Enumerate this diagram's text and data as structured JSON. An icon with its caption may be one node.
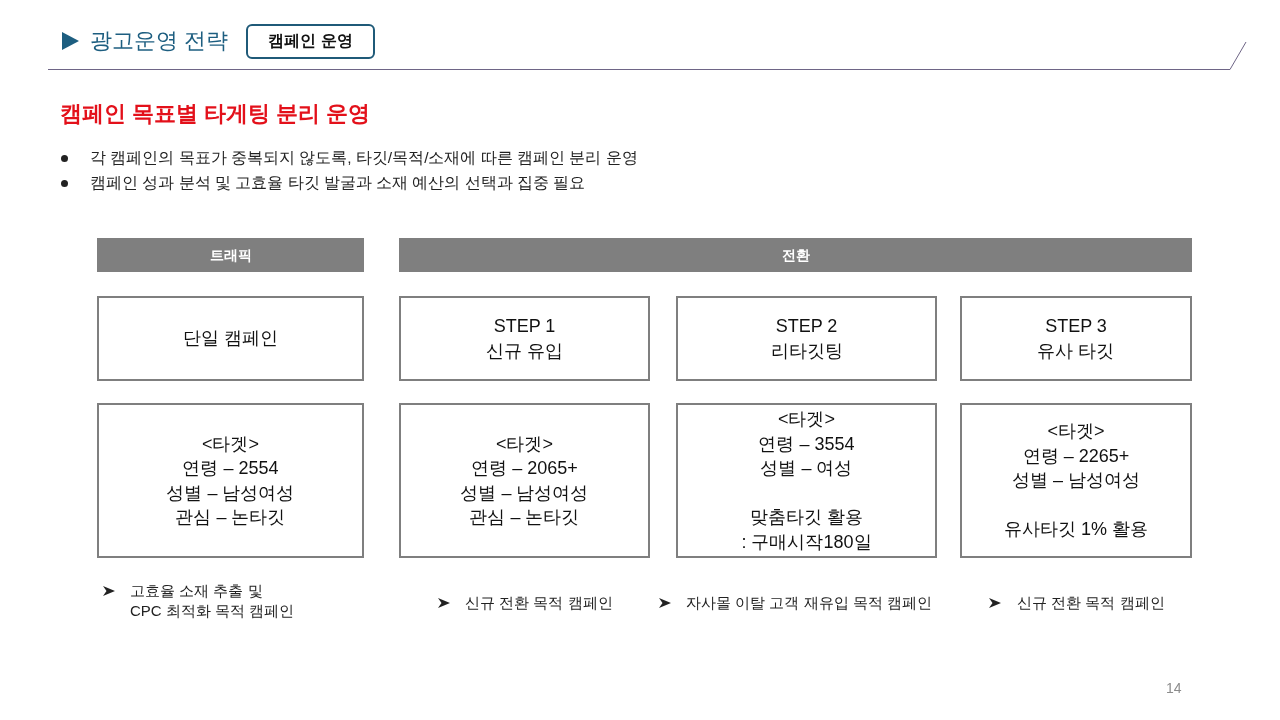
{
  "diagram": {
    "title": "광고운영 전략",
    "nodes": [
      {
        "text": [
          "캠페인 운영"
        ]
      },
      {
        "text": [
          "트래픽"
        ]
      },
      {
        "text": [
          "전환"
        ]
      },
      {
        "text": [
          "단일 캠페인"
        ]
      },
      {
        "text": [
          "STEP 1",
          "신규 유입"
        ]
      },
      {
        "text": [
          "STEP 2",
          "리타깃팅"
        ]
      },
      {
        "text": [
          "STEP 3",
          "유사 타깃"
        ]
      },
      {
        "text": [
          "<타겟>",
          "연령 – 2554",
          "성별 – 남성여성",
          "관심 – 논타깃"
        ]
      },
      {
        "text": [
          "<타겟>",
          "연령 – 2065+",
          "성별 – 남성여성",
          "관심 – 논타깃"
        ]
      },
      {
        "text": [
          "<타겟>",
          "연령 – 3554",
          "성별 – 여성",
          "맞춤타깃 활용",
          ": 구매시작180일"
        ]
      },
      {
        "text": [
          "<타겟>",
          "연령 – 2265+",
          "성별 – 남성여성",
          "유사타깃 1% 활용"
        ]
      }
    ],
    "labels": [
      "캠페인 목표별 타게팅 분리 운영",
      "각 캠페인의 목표가 중복되지 않도록, 타깃/목적/소재에 따른 캠페인 분리 운영",
      "캠페인 성과 분석 및 고효율 타깃 발굴과 소재 예산의 선택과 집중 필요",
      "고효율 소재 추출 및 CPC 최적화 목적 캠페인",
      "신규 전환 목적 캠페인",
      "자사몰 이탈 고객 재유입 목적 캠페인",
      "신규 전환 목적 캠페인",
      "14"
    ]
  }
}
